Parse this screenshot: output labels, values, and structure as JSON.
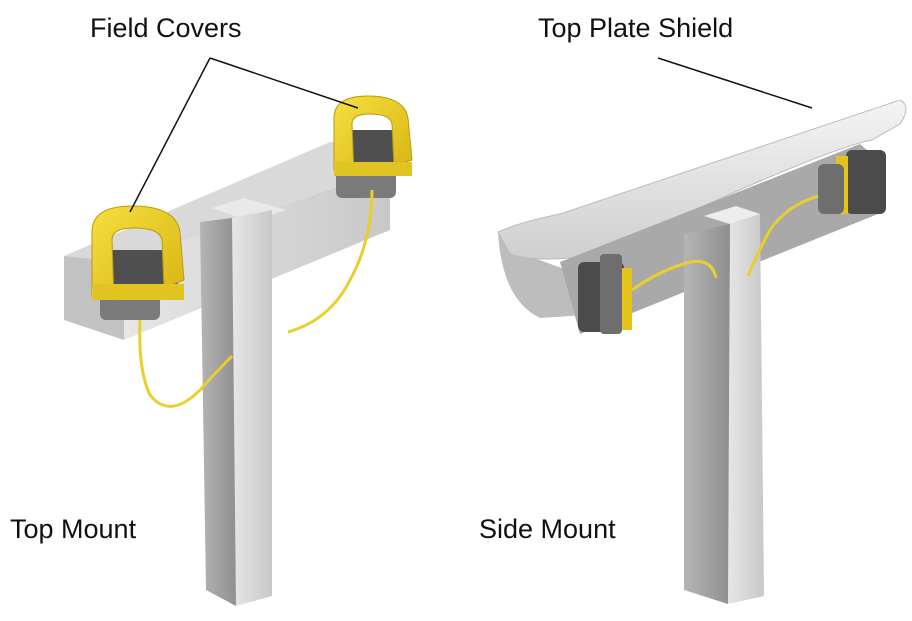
{
  "labels": {
    "field_covers": "Field Covers",
    "top_plate_shield": "Top Plate Shield",
    "top_mount": "Top Mount",
    "side_mount": "Side Mount"
  },
  "colors": {
    "post_light": "#d6d6d6",
    "post_mid": "#bdbdbd",
    "post_dark": "#9c9c9c",
    "cover_yellow": "#f2d22a",
    "cover_yellow_dark": "#c9a60f",
    "sensor_dark": "#4a4a4a",
    "cable": "#e8cf2e",
    "shield": "#e2e2e2"
  }
}
